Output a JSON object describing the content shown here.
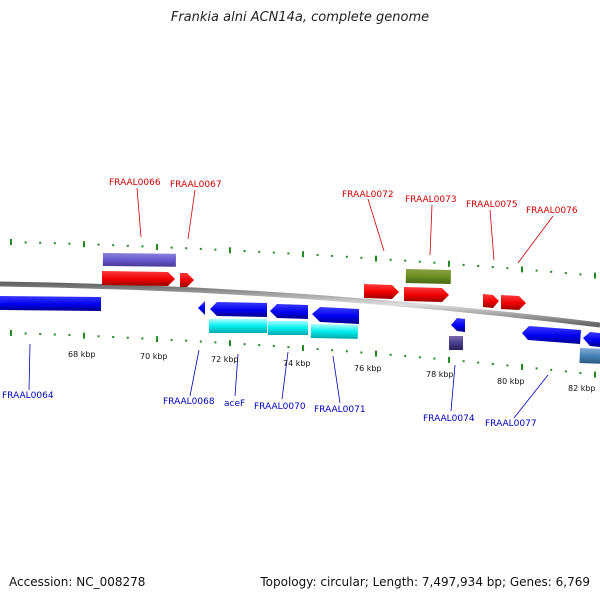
{
  "title": "Frankia alni ACN14a, complete genome",
  "footer": {
    "accession": "Accession: NC_008278",
    "stats": "Topology: circular; Length: 7,497,934 bp; Genes: 6,769"
  },
  "colors": {
    "forward_label": "#cc0000",
    "reverse_label": "#0000bb",
    "tick": "#228B22",
    "backbone": "#888888"
  },
  "scale_labels": [
    "68 kbp",
    "70 kbp",
    "72 kbp",
    "74 kbp",
    "76 kbp",
    "78 kbp",
    "80 kbp",
    "82 kbp"
  ],
  "gene_labels": {
    "fraal0066": "FRAAL0066",
    "fraal0067": "FRAAL0067",
    "fraal0072": "FRAAL0072",
    "fraal0073": "FRAAL0073",
    "fraal0075": "FRAAL0075",
    "fraal0076": "FRAAL0076",
    "fraal0064": "FRAAL0064",
    "fraal0068": "FRAAL0068",
    "acef": "aceF",
    "fraal0070": "FRAAL0070",
    "fraal0071": "FRAAL0071",
    "fraal0074": "FRAAL0074",
    "fraal0077": "FRAAL0077"
  }
}
